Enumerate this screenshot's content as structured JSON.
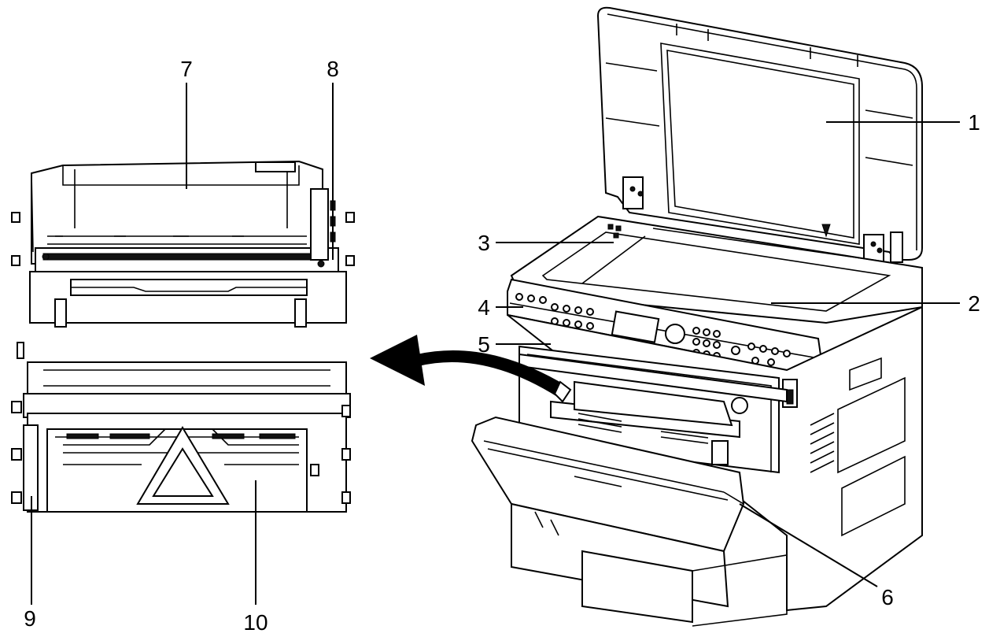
{
  "callouts": [
    {
      "id": "1",
      "text": "1"
    },
    {
      "id": "2",
      "text": "2"
    },
    {
      "id": "3",
      "text": "3"
    },
    {
      "id": "4",
      "text": "4"
    },
    {
      "id": "5",
      "text": "5"
    },
    {
      "id": "6",
      "text": "6"
    },
    {
      "id": "7",
      "text": "7"
    },
    {
      "id": "8",
      "text": "8"
    },
    {
      "id": "9",
      "text": "9"
    },
    {
      "id": "10",
      "text": "10"
    }
  ]
}
